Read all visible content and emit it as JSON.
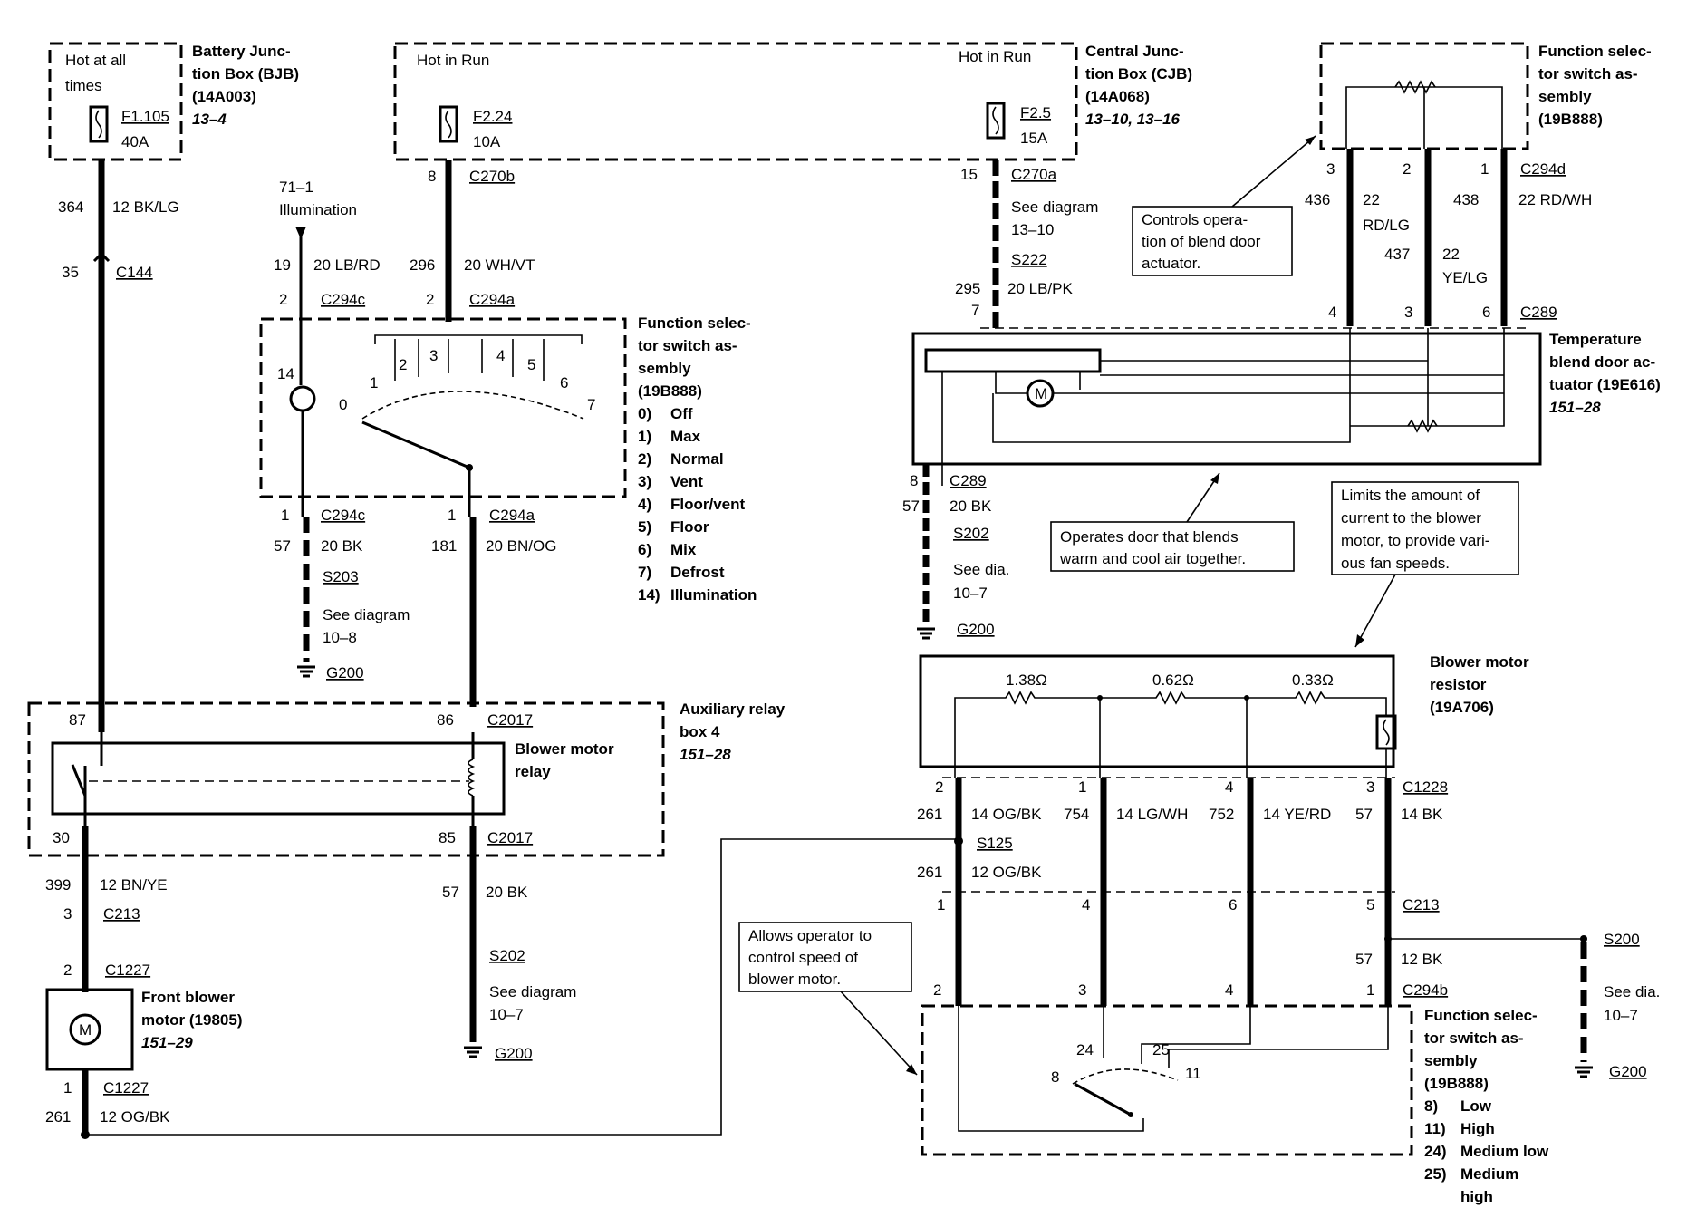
{
  "bjb": {
    "hot": [
      "Hot at all",
      "times"
    ],
    "title": [
      "Battery Junc-",
      "tion Box (BJB)",
      "(14A003)"
    ],
    "ref": "13–4",
    "fuse": "F1.105",
    "amp": "40A"
  },
  "cjb": {
    "hot_left": "Hot in Run",
    "hot_right": "Hot in Run",
    "title": [
      "Central Junc-",
      "tion Box (CJB)",
      "(14A068)"
    ],
    "ref": "13–10, 13–16",
    "fuse1": "F2.24",
    "amp1": "10A",
    "fuse2": "F2.5",
    "amp2": "15A"
  },
  "left_wires": {
    "w364": "364",
    "w364c": "12 BK/LG",
    "w35": "35",
    "c144": "C144",
    "illum": [
      "71–1",
      "Illumination"
    ],
    "w19": "19",
    "w19c": "20 LB/RD",
    "p2a": "2",
    "c294c_top": "C294c",
    "w8": "8",
    "c270b": "C270b",
    "w296": "296",
    "w296c": "20 WH/VT",
    "p2b": "2",
    "c294a_top": "C294a"
  },
  "fss1": {
    "title": [
      "Function selec-",
      "tor switch as-",
      "sembly",
      "(19B888)"
    ],
    "legend": [
      [
        "0)",
        "Off"
      ],
      [
        "1)",
        "Max"
      ],
      [
        "2)",
        "Normal"
      ],
      [
        "3)",
        "Vent"
      ],
      [
        "4)",
        "Floor/vent"
      ],
      [
        "5)",
        "Floor"
      ],
      [
        "6)",
        "Mix"
      ],
      [
        "7)",
        "Defrost"
      ],
      [
        "14)",
        "Illumination"
      ]
    ],
    "pins": [
      "0",
      "1",
      "2",
      "3",
      "4",
      "5",
      "6",
      "7",
      "14"
    ]
  },
  "fss1_bottom": {
    "p1a": "1",
    "c294c": "C294c",
    "p1b": "1",
    "c294a": "C294a",
    "w57": "57",
    "w57c": "20 BK",
    "w181": "181",
    "w181c": "20 BN/OG",
    "s203": "S203",
    "see": [
      "See diagram",
      "10–8"
    ],
    "g200": "G200"
  },
  "relay_box": {
    "title": [
      "Auxiliary relay",
      "box 4"
    ],
    "ref": "151–28",
    "relay": [
      "Blower motor",
      "relay"
    ],
    "p87": "87",
    "p86": "86",
    "c2017a": "C2017",
    "p30": "30",
    "p85": "85",
    "c2017b": "C2017"
  },
  "lower_left": {
    "w399": "399",
    "w399c": "12 BN/YE",
    "p3": "3",
    "c213": "C213",
    "p2": "2",
    "c1227a": "C1227",
    "motor": [
      "Front blower",
      "motor (19805)"
    ],
    "motor_ref": "151–29",
    "p1": "1",
    "c1227b": "C1227",
    "w261": "261",
    "w261c": "12 OG/BK",
    "w57": "57",
    "w57c": "20 BK",
    "s202": "S202",
    "see": [
      "See diagram",
      "10–7"
    ],
    "g200": "G200"
  },
  "cjb_out": {
    "w15": "15",
    "c270a": "C270a",
    "see": [
      "See diagram",
      "13–10"
    ],
    "s222": "S222",
    "w295": "295",
    "w295c": "20 LB/PK",
    "p7": "7"
  },
  "fss2": {
    "title": [
      "Function selec-",
      "tor switch as-",
      "sembly",
      "(19B888)"
    ],
    "p3": "3",
    "p2": "2",
    "p1": "1",
    "c294d": "C294d",
    "w436": "436",
    "w436c": [
      "22",
      "RD/LG"
    ],
    "w438": "438",
    "w438c": "22 RD/WH",
    "w437": "437",
    "w437c": [
      "22",
      "YE/LG"
    ],
    "p4": "4",
    "p3b": "3",
    "p6": "6",
    "c289": "C289",
    "callout": [
      "Controls opera-",
      "tion of blend door",
      "actuator."
    ]
  },
  "actuator": {
    "title": [
      "Temperature",
      "blend door ac-",
      "tuator (19E616)"
    ],
    "ref": "151–28",
    "motor": "M",
    "p8": "8",
    "c289": "C289",
    "w57": "57",
    "w57c": "20 BK",
    "s202": "S202",
    "see": [
      "See dia.",
      "10–7"
    ],
    "g200": "G200",
    "callout": [
      "Operates door that blends",
      "warm and cool air together."
    ]
  },
  "resistor": {
    "title": [
      "Blower motor",
      "resistor",
      "(19A706)"
    ],
    "r1": "1.38Ω",
    "r2": "0.62Ω",
    "r3": "0.33Ω",
    "callout": [
      "Limits the amount of",
      "current to the blower",
      "motor, to provide vari-",
      "ous fan speeds."
    ],
    "pins": [
      "2",
      "1",
      "4",
      "3"
    ],
    "c1228": "C1228",
    "wires": [
      [
        "261",
        "14 OG/BK"
      ],
      [
        "754",
        "14 LG/WH"
      ],
      [
        "752",
        "14 YE/RD"
      ],
      [
        "57",
        "14 BK"
      ]
    ]
  },
  "lower_right": {
    "s125": "S125",
    "w261": "261",
    "w261c": "12 OG/BK",
    "c213pins": [
      "1",
      "4",
      "6",
      "5"
    ],
    "c213": "C213",
    "w57": "57",
    "w57c": "12 BK",
    "s200": "S200",
    "see": [
      "See dia.",
      "10–7"
    ],
    "g200": "G200",
    "c294bpins": [
      "2",
      "3",
      "4",
      "1"
    ],
    "c294b": "C294b",
    "callout": [
      "Allows operator to",
      "control speed of",
      "blower motor."
    ],
    "fss3_title": [
      "Function selec-",
      "tor switch as-",
      "sembly",
      "(19B888)"
    ],
    "legend": [
      [
        "8)",
        "Low"
      ],
      [
        "11)",
        "High"
      ],
      [
        "24)",
        "Medium low"
      ],
      [
        "25)",
        "Medium"
      ],
      [
        "",
        "high"
      ]
    ],
    "sw_pins": [
      "24",
      "25",
      "8",
      "11"
    ]
  }
}
